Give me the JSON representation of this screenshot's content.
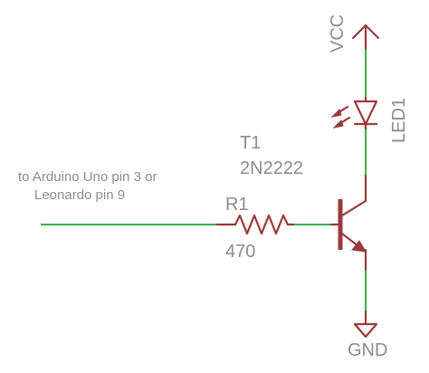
{
  "net_label": {
    "line1": "to Arduino Uno pin 3 or",
    "line2": "Leonardo pin 9"
  },
  "resistor": {
    "name": "R1",
    "value": "470"
  },
  "transistor": {
    "name": "T1",
    "value": "2N2222"
  },
  "led": {
    "name": "LED1"
  },
  "power": {
    "supply": "VCC",
    "ground": "GND"
  },
  "colors": {
    "wire": "#34b44a",
    "part": "#9b3a3a",
    "label": "#8c8c8c"
  }
}
